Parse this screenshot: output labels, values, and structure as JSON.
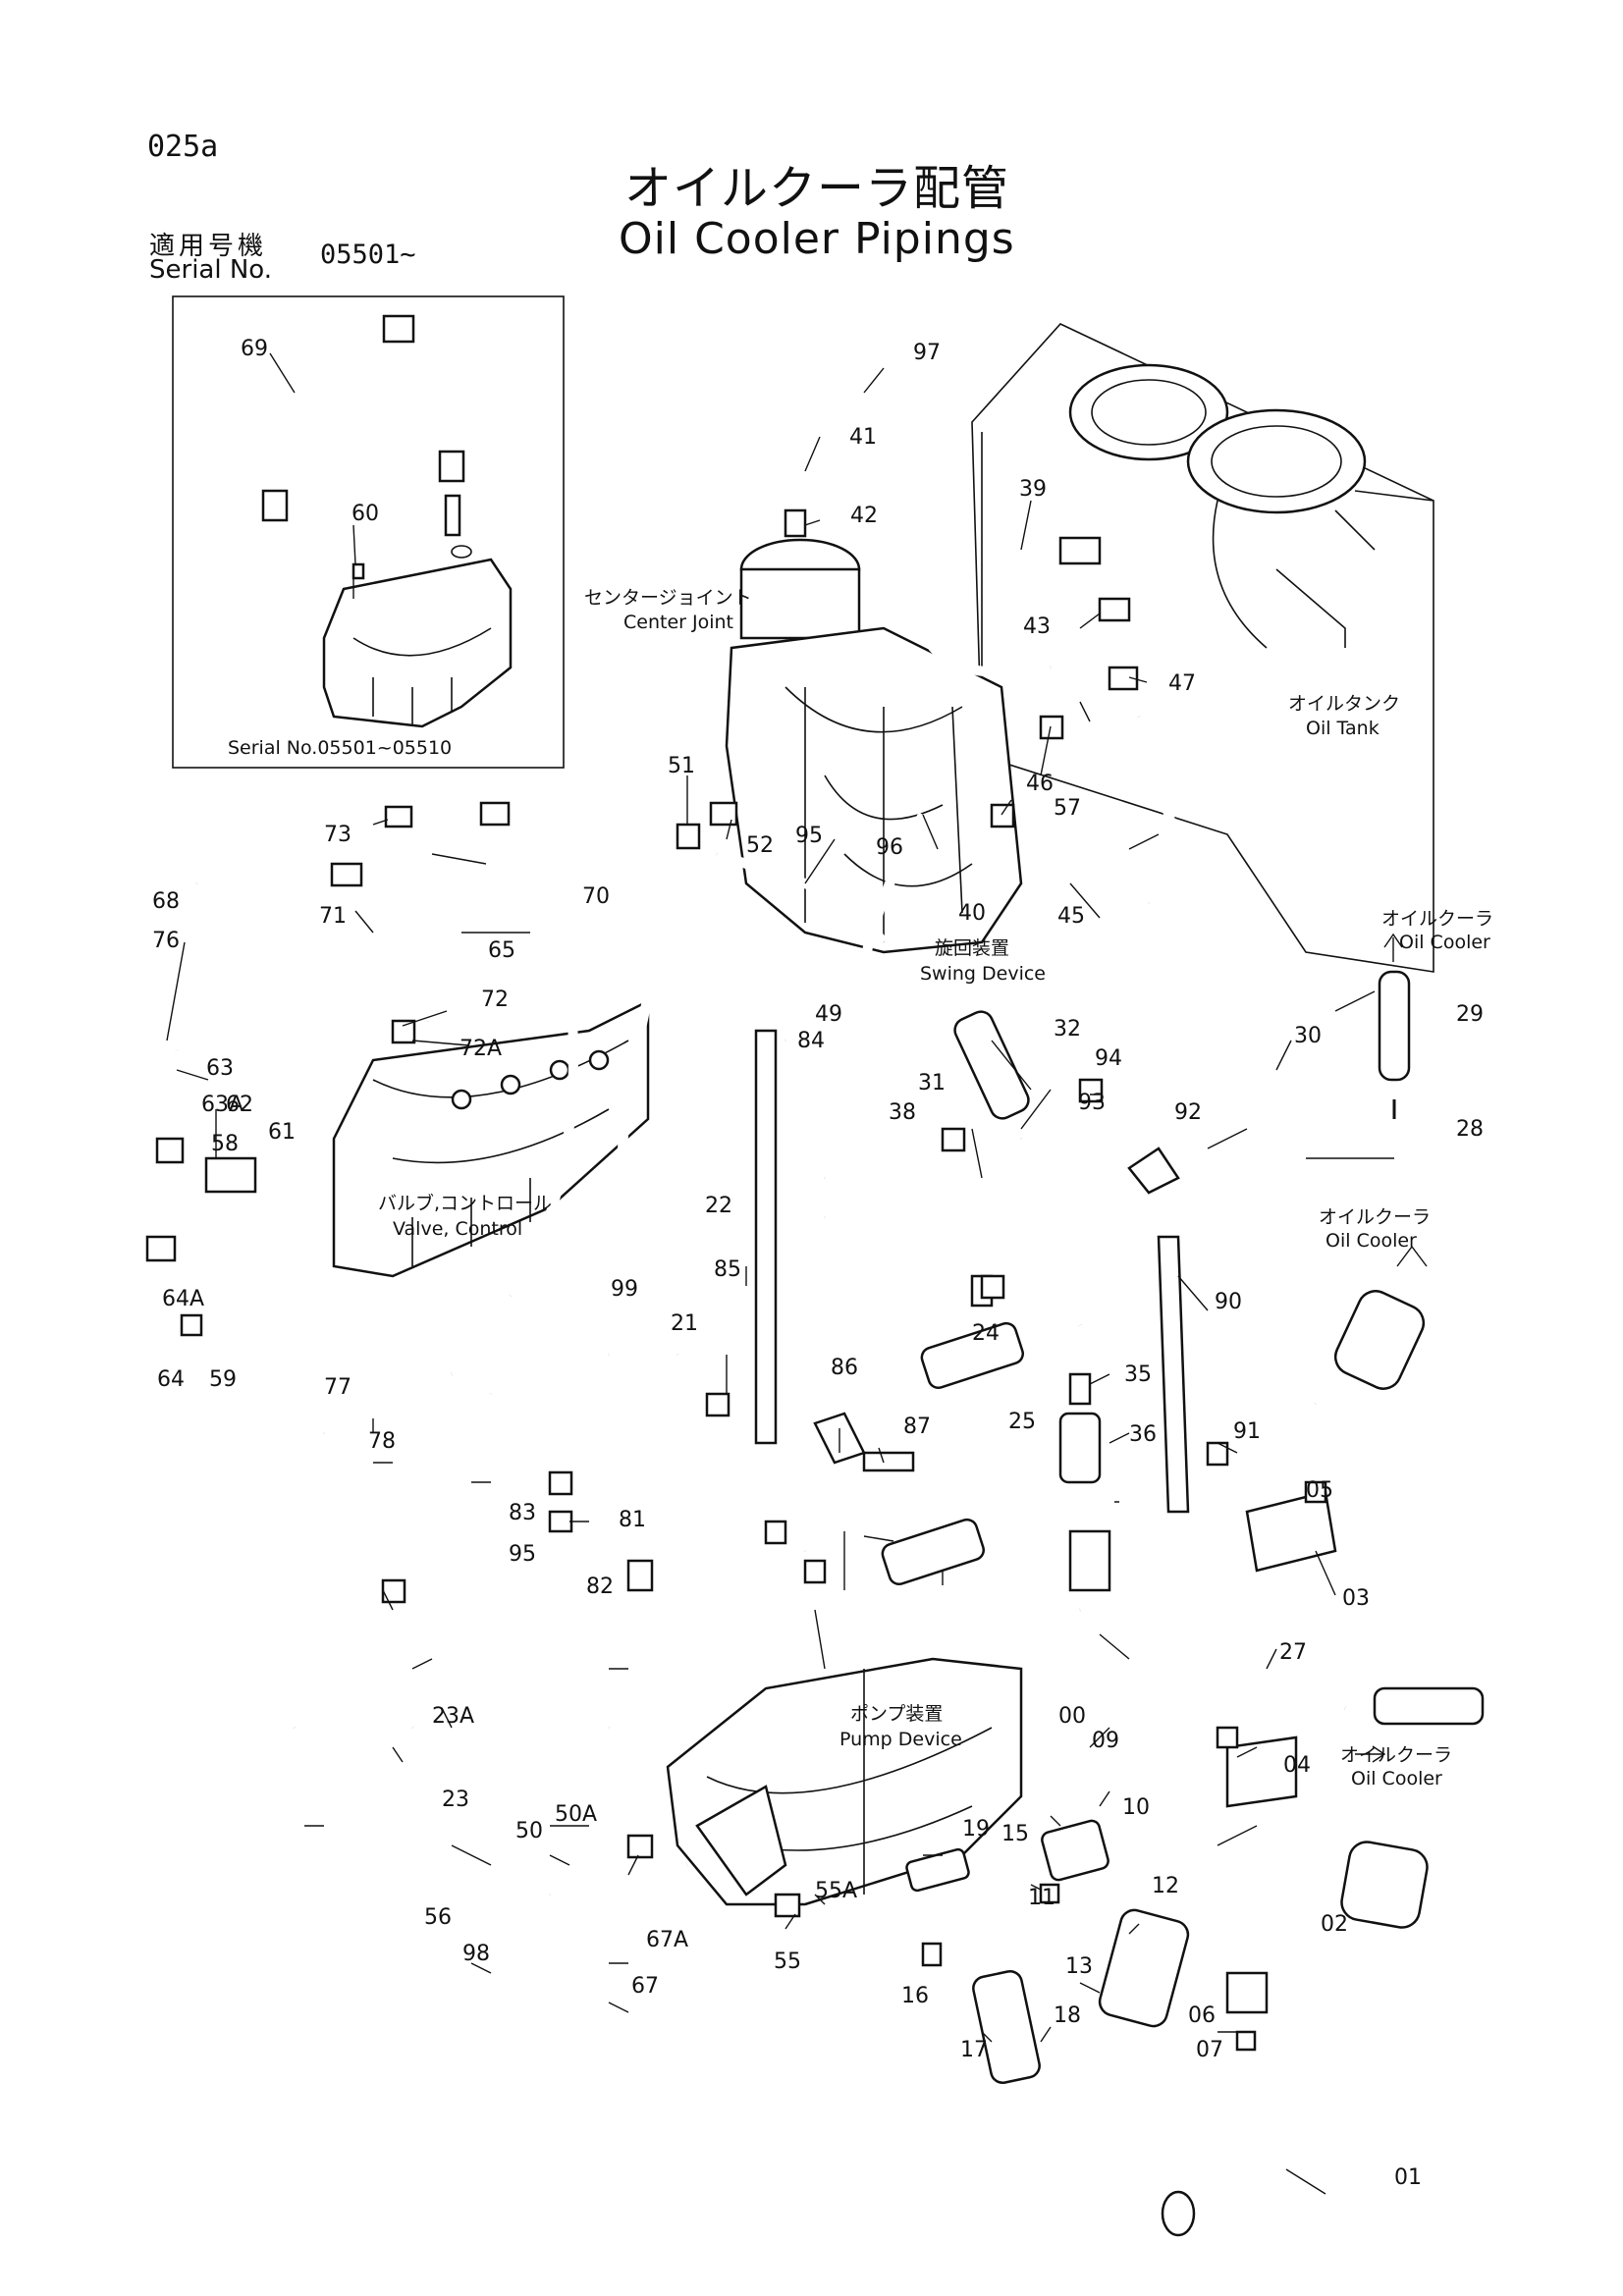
{
  "page_code": "025a",
  "title": {
    "ja": "オイルクーラ配管",
    "en": "Oil Cooler Pipings"
  },
  "serial": {
    "label_ja": "適用号機",
    "label_en": "Serial No.",
    "value": "05501~"
  },
  "inset": {
    "caption": "Serial No.05501~05510"
  },
  "component_labels": {
    "center_joint_ja": "センタージョイント",
    "center_joint_en": "Center Joint",
    "oil_tank_ja": "オイルタンク",
    "oil_tank_en": "Oil Tank",
    "oil_cooler_ja": "オイルクーラ",
    "oil_cooler_en": "Oil Cooler",
    "swing_device_ja": "旋回装置",
    "swing_device_en": "Swing Device",
    "valve_control_ja": "バルブ,コントロール",
    "valve_control_en": "Valve, Control",
    "pump_device_ja": "ポンプ装置",
    "pump_device_en": "Pump Device"
  },
  "part_numbers": [
    "69",
    "60",
    "97",
    "41",
    "42",
    "39",
    "43",
    "47",
    "51",
    "52",
    "95",
    "96",
    "46",
    "57",
    "40",
    "45",
    "73",
    "70",
    "68",
    "71",
    "65",
    "76",
    "72",
    "72A",
    "63",
    "63A",
    "62",
    "61",
    "58",
    "64A",
    "59",
    "64",
    "84",
    "49",
    "32",
    "30",
    "29",
    "28",
    "94",
    "92",
    "93",
    "31",
    "38",
    "22",
    "99",
    "21",
    "85",
    "86",
    "87",
    "25",
    "24",
    "35",
    "36",
    "91",
    "03",
    "05",
    "77",
    "78",
    "83",
    "95",
    "81",
    "82",
    "27",
    "00",
    "09",
    "10",
    "11",
    "12",
    "13",
    "15",
    "19",
    "16",
    "17",
    "18",
    "06",
    "07",
    "01",
    "02",
    "04",
    "50",
    "50A",
    "56",
    "98",
    "55",
    "55A",
    "67",
    "67A",
    "23",
    "23A",
    "90"
  ]
}
